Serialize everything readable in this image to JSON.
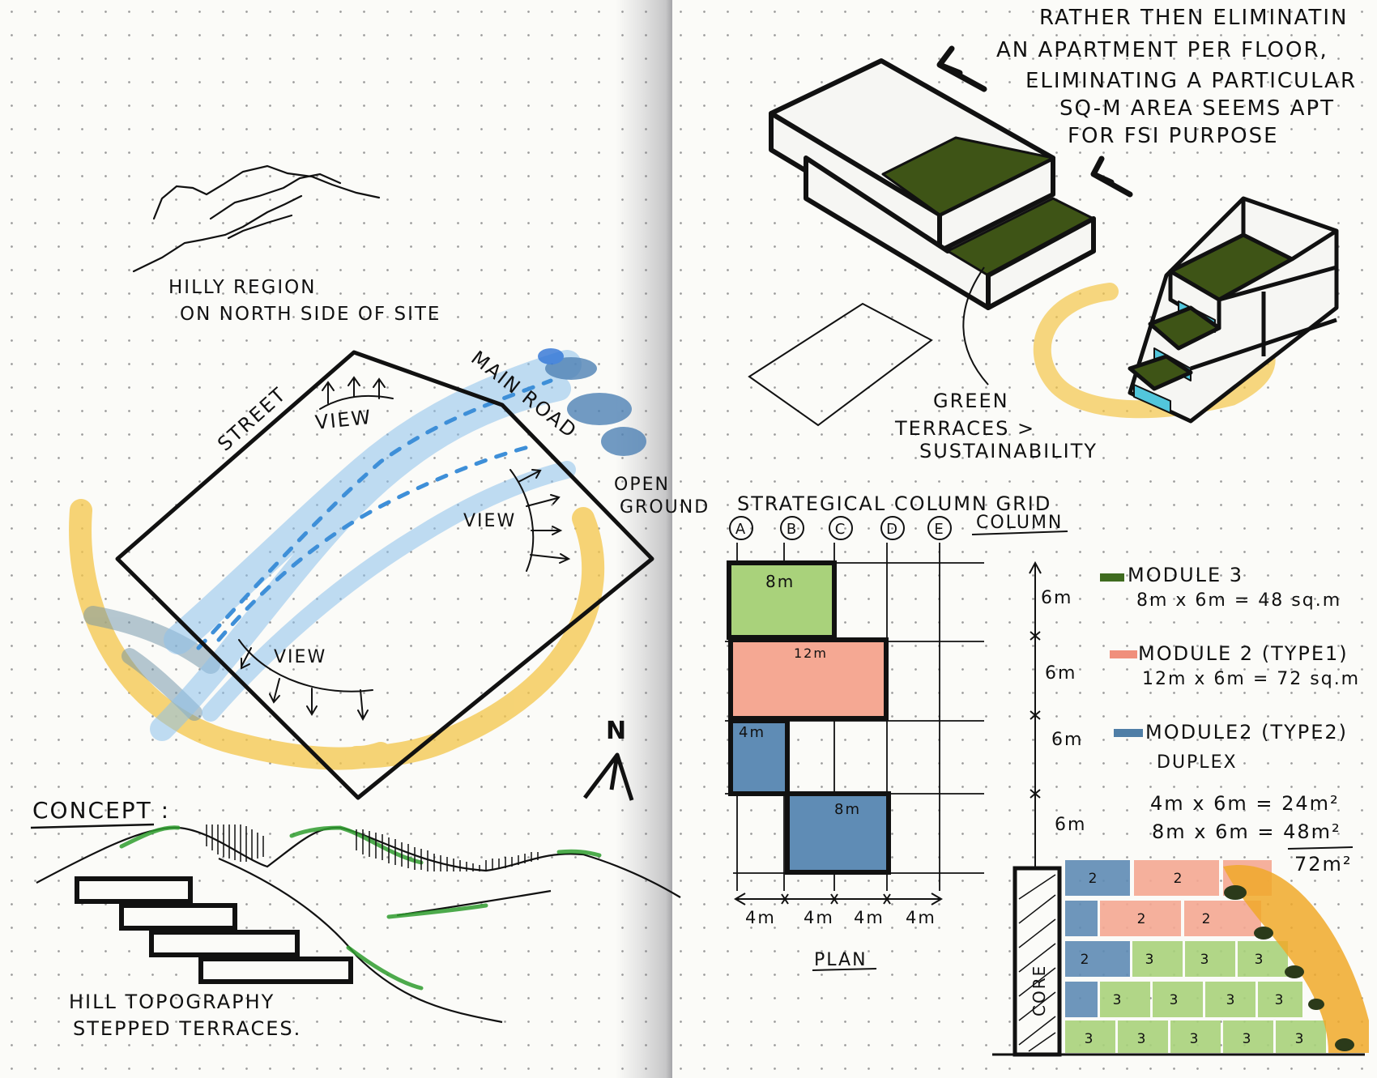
{
  "left_page": {
    "hilly_caption": [
      "HILLY REGION",
      "ON NORTH SIDE OF SITE"
    ],
    "site_labels": {
      "street": "STREET",
      "main_road": "MAIN ROAD",
      "open_ground": [
        "OPEN",
        "GROUND"
      ],
      "view_top": "VIEW",
      "view_right": "VIEW",
      "view_bottom": "VIEW"
    },
    "north_symbol": "N",
    "concept_heading": "CONCEPT :",
    "concept_caption": [
      "HILL TOPOGRAPHY",
      "STEPPED TERRACES."
    ]
  },
  "right_page": {
    "note": [
      "RATHER THEN ELIMINATIN",
      "AN APARTMENT PER FLOOR,",
      "ELIMINATING A PARTICULAR",
      "SQ-M AREA SEEMS APT",
      "FOR FSI PURPOSE"
    ],
    "green_terraces": [
      "GREEN",
      "TERRACES >",
      "SUSTAINABILITY"
    ],
    "grid_title": "STRATEGICAL COLUMN GRID",
    "column_label": "COLUMN",
    "grid_columns": [
      "A",
      "B",
      "C",
      "D",
      "E"
    ],
    "plan_blocks": [
      {
        "label": "8m",
        "module": "module3"
      },
      {
        "label": "12m",
        "module": "module2_type1"
      },
      {
        "label": "4m",
        "module": "module2_type2"
      },
      {
        "label": "8m",
        "module": "module2_type2"
      }
    ],
    "bottom_dims": [
      "4m",
      "4m",
      "4m",
      "4m"
    ],
    "plan_caption": "PLAN",
    "row_dims": [
      "6m",
      "6m",
      "6m",
      "6m"
    ],
    "legend": [
      {
        "title": "MODULE 3",
        "detail": "8m x 6m = 48 sq.m",
        "color": "#3f6b1f"
      },
      {
        "title": "MODULE 2 (TYPE1)",
        "detail": "12m x 6m = 72 sq.m",
        "color": "#f08f7c"
      },
      {
        "title": "MODULE2 (TYPE2)",
        "detail": "DUPLEX",
        "color": "#4f7ea6"
      }
    ],
    "calc": [
      "4m x 6m = 24m²",
      "8m x 6m = 48m²",
      "72m²"
    ],
    "core_label": "CORE",
    "elevation_numbers": [
      "2",
      "2",
      "2",
      "2",
      "2",
      "3",
      "3",
      "3",
      "3",
      "3",
      "3",
      "3",
      "3",
      "3",
      "3",
      "3",
      "3"
    ]
  },
  "colors": {
    "module3_green": "#a9d27b",
    "module2_type1_pink": "#f5a893",
    "module2_type2_blue": "#5f8cb5",
    "terrace_dark_green": "#3e5416",
    "yellow_highlight": "#f4c64a",
    "blue_wash": "#7fb6e6",
    "ink": "#111111"
  }
}
